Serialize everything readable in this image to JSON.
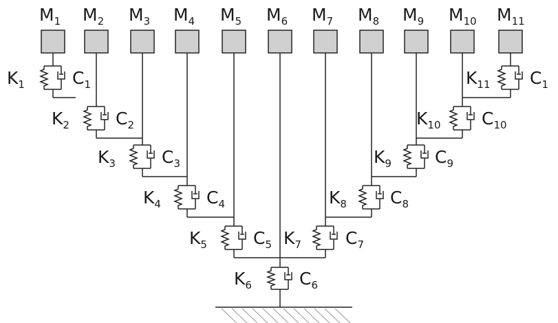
{
  "masses": [
    {
      "label": "M",
      "sub": "1"
    },
    {
      "label": "M",
      "sub": "2"
    },
    {
      "label": "M",
      "sub": "3"
    },
    {
      "label": "M",
      "sub": "4"
    },
    {
      "label": "M",
      "sub": "5"
    },
    {
      "label": "M",
      "sub": "6"
    },
    {
      "label": "M",
      "sub": "7"
    },
    {
      "label": "M",
      "sub": "8"
    },
    {
      "label": "M",
      "sub": "9"
    },
    {
      "label": "M",
      "sub": "10"
    },
    {
      "label": "M",
      "sub": "11"
    }
  ],
  "stages": [
    {
      "k": "K",
      "k_sub": "1",
      "c": "C",
      "c_sub": "1"
    },
    {
      "k": "K",
      "k_sub": "2",
      "c": "C",
      "c_sub": "2"
    },
    {
      "k": "K",
      "k_sub": "3",
      "c": "C",
      "c_sub": "3"
    },
    {
      "k": "K",
      "k_sub": "4",
      "c": "C",
      "c_sub": "4"
    },
    {
      "k": "K",
      "k_sub": "5",
      "c": "C",
      "c_sub": "5"
    },
    {
      "k": "K",
      "k_sub": "6",
      "c": "C",
      "c_sub": "6"
    },
    {
      "k": "K",
      "k_sub": "7",
      "c": "C",
      "c_sub": "7"
    },
    {
      "k": "K",
      "k_sub": "8",
      "c": "C",
      "c_sub": "8"
    },
    {
      "k": "K",
      "k_sub": "9",
      "c": "C",
      "c_sub": "9"
    },
    {
      "k": "K",
      "k_sub": "10",
      "c": "C",
      "c_sub": "10"
    },
    {
      "k": "K",
      "k_sub": "11",
      "c": "C",
      "c_sub": "1"
    }
  ]
}
